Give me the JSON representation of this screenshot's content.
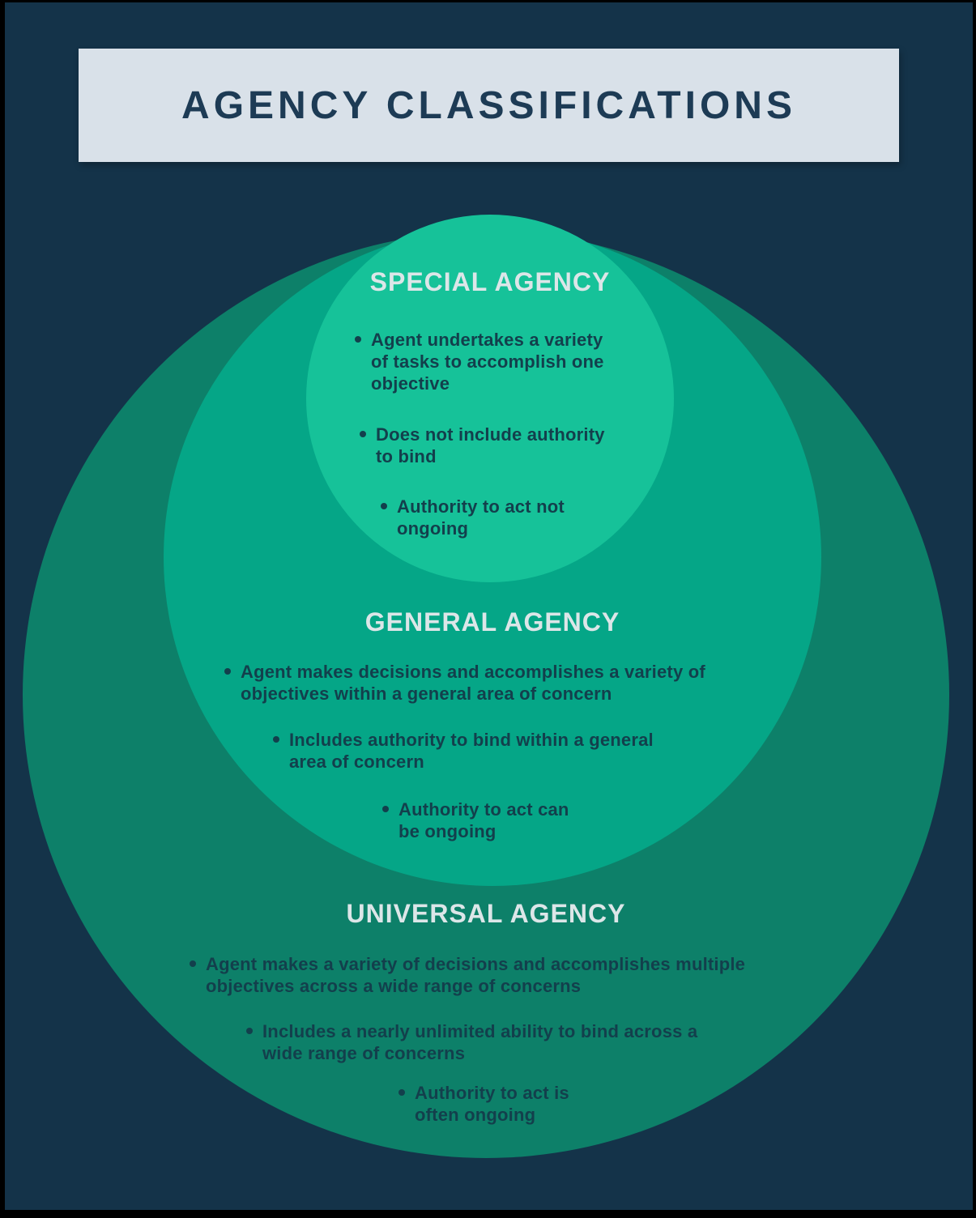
{
  "page": {
    "title": "AGENCY CLASSIFICATIONS"
  },
  "colors": {
    "background_navy": "#143349",
    "banner_background": "#d9e1e9",
    "banner_text": "#1d3b55",
    "outer_circle": "#0d8069",
    "middle_circle": "#05a687",
    "inner_circle": "#16c299",
    "heading_text": "#dce6e8",
    "bullet_text": "#133f4c"
  },
  "rings": [
    {
      "name": "special-agency",
      "heading": "SPECIAL AGENCY",
      "bullets": [
        {
          "text": "Agent undertakes a variety\nof tasks to accomplish one\nobjective"
        },
        {
          "text": "Does not include authority\nto bind"
        },
        {
          "text": "Authority to act not\nongoing"
        }
      ]
    },
    {
      "name": "general-agency",
      "heading": "GENERAL AGENCY",
      "bullets": [
        {
          "text": "Agent makes decisions and accomplishes a variety of\nobjectives within a general area of concern"
        },
        {
          "text": "Includes authority to bind within a general\narea of concern"
        },
        {
          "text": "Authority to act can\nbe ongoing"
        }
      ]
    },
    {
      "name": "universal-agency",
      "heading": "UNIVERSAL AGENCY",
      "bullets": [
        {
          "text": "Agent makes a variety of decisions and accomplishes multiple\nobjectives across a wide range of concerns"
        },
        {
          "text": "Includes a nearly unlimited ability to bind across a\nwide range of concerns"
        },
        {
          "text": "Authority to act is\noften ongoing"
        }
      ]
    }
  ]
}
